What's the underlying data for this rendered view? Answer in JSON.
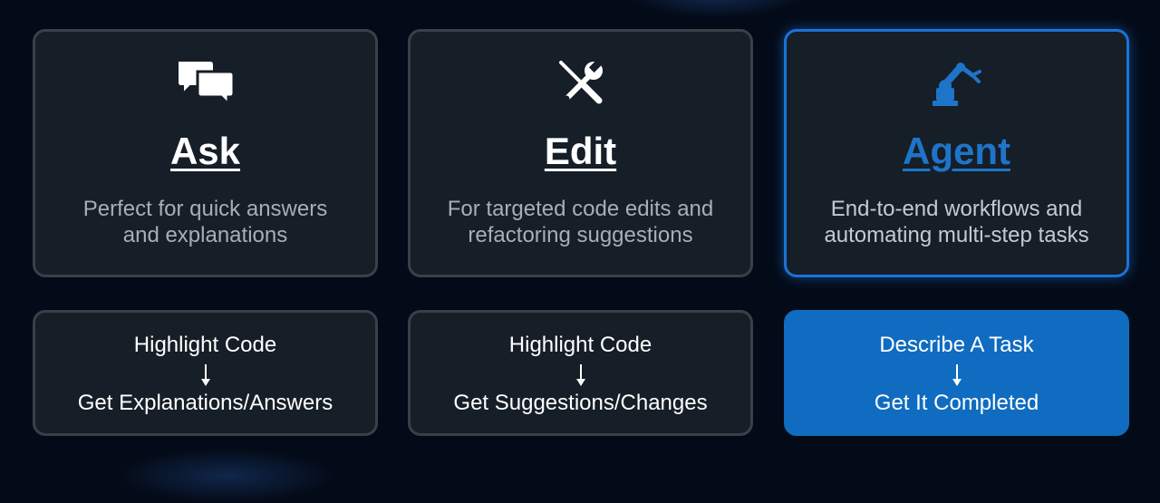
{
  "cards": [
    {
      "title": "Ask",
      "description": "Perfect for quick answers\nand explanations",
      "icon": "chat-bubbles-icon",
      "flow_from": "Highlight Code",
      "flow_to": "Get Explanations/Answers"
    },
    {
      "title": "Edit",
      "description": "For targeted code edits and\nrefactoring suggestions",
      "icon": "wrench-screwdriver-icon",
      "flow_from": "Highlight Code",
      "flow_to": "Get Suggestions/Changes"
    },
    {
      "title": "Agent",
      "description": "End-to-end workflows and\nautomating multi-step tasks",
      "icon": "robot-arm-icon",
      "flow_from": "Describe A Task",
      "flow_to": "Get It Completed"
    }
  ],
  "colors": {
    "background": "#040b18",
    "card": "#161e27",
    "card_border": "#3a4048",
    "accent": "#1a73d6",
    "agent_flow_bg": "#0f6cc0"
  }
}
